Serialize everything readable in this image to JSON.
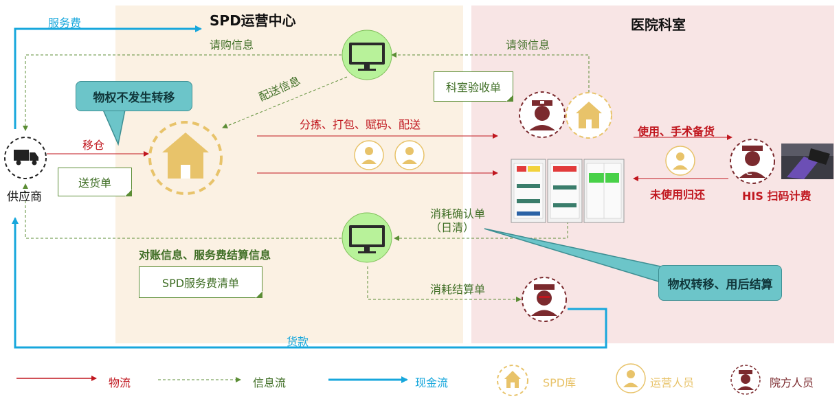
{
  "sections": {
    "spd_title": "SPD运营中心",
    "hospital_title": "医院科室"
  },
  "labels": {
    "service_fee": "服务费",
    "purchase_info": "请购信息",
    "requisition_info": "请领信息",
    "delivery_info": "配送信息",
    "dept_receipt": "科室验收单",
    "no_transfer": "物权不发生转移",
    "move_warehouse": "移仓",
    "delivery_note": "送货单",
    "supplier": "供应商",
    "sorting": "分拣、打包、赋码、配送",
    "usage": "使用、手术备货",
    "unused_return": "未使用归还",
    "his_scan": "HIS 扫码计费",
    "consumption_confirm": "消耗确认单",
    "daily_clear": "（日清）",
    "reconcile": "对账信息、服务费结算信息",
    "spd_bill": "SPD服务费清单",
    "transfer_settle": "物权转移、用后结算",
    "consumption_settle": "消耗结算单",
    "payment": "货款"
  },
  "legend": {
    "logistics": "物流",
    "info_flow": "信息流",
    "cash_flow": "现金流",
    "spd_store": "SPD库",
    "operator": "运营人员",
    "hospital_staff": "院方人员"
  },
  "colors": {
    "logistics": "#c0161e",
    "info": "#5b8d35",
    "cash": "#17a7dc",
    "spd_bg": "#fbf1e3",
    "hospital_bg": "#f8e5e5",
    "warehouse": "#e8c36a",
    "staff": "#7b2a2e",
    "callout": "#6cc5c9",
    "monitor_bg": "#b8f29a"
  }
}
